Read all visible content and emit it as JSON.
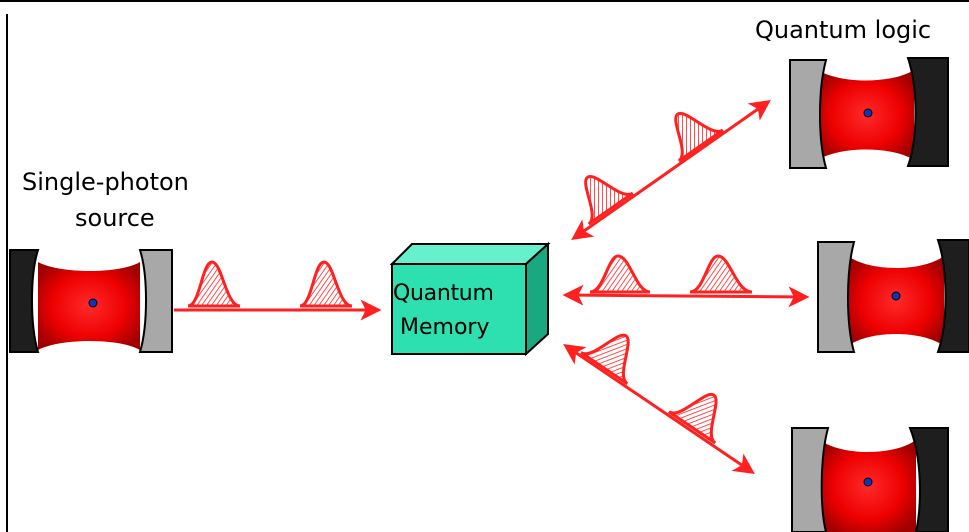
{
  "labels": {
    "source_line1": "Single-photon",
    "source_line2": "source",
    "memory_line1": "Quantum",
    "memory_line2": "Memory",
    "logic": "Quantum logic"
  },
  "colors": {
    "beam": "#ff0000",
    "beam_dark": "#cc0000",
    "arrow": "#ff2020",
    "mirror_dark": "#1e1e1e",
    "mirror_light": "#a8a8a8",
    "memory_front": "#2ee0b0",
    "memory_top": "#66f0cc",
    "memory_side": "#1aa880",
    "atom": "#1133bb",
    "border": "#000000"
  }
}
